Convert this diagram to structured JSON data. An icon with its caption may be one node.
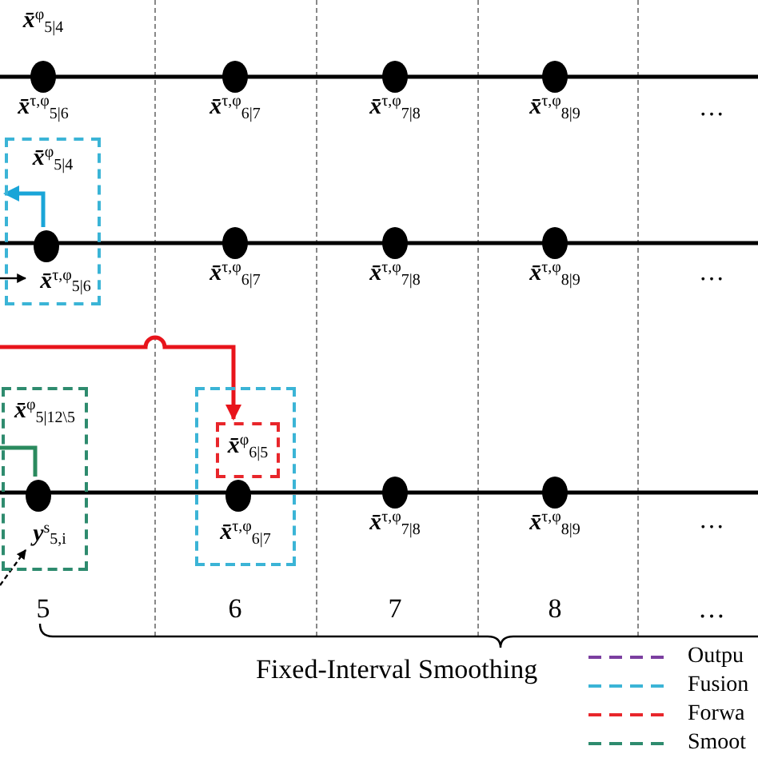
{
  "diagram": {
    "nodes": [
      {
        "text": [],
        "shape": "circle",
        "beside": [
          "**x̄**$^{φ}$$_{5|4}$",
          "**x̄**$^{τ,φ}$$_{5|6}$"
        ]
      },
      {
        "text": [],
        "shape": "circle",
        "beside": [
          "**x̄**$^{τ,φ}$$_{6|7}$"
        ]
      },
      {
        "text": [],
        "shape": "circle",
        "beside": [
          "**x̄**$^{τ,φ}$$_{7|8}$"
        ]
      },
      {
        "text": [],
        "shape": "circle",
        "beside": [
          "**x̄**$^{τ,φ}$$_{8|9}$"
        ]
      },
      {
        "text": [
          "**x̄**$^{φ}$$_{5|4}$"
        ]
      },
      {
        "text": [],
        "shape": "circle",
        "in": 4
      },
      {
        "text": [
          "**x̄**$^{τ,φ}$$_{5|6}$"
        ],
        "in": 4
      },
      {
        "text": [],
        "shape": "circle",
        "beside": [
          "**x̄**$^{τ,φ}$$_{6|7}$"
        ]
      },
      {
        "text": [],
        "shape": "circle",
        "beside": [
          "**x̄**$^{τ,φ}$$_{7|8}$"
        ]
      },
      {
        "text": [],
        "shape": "circle",
        "beside": [
          "**x̄**$^{τ,φ}$$_{8|9}$"
        ]
      },
      {
        "text": [
          "**x̄**$^{φ}$$_{5|12\\5}$"
        ]
      },
      {
        "text": [],
        "shape": "circle",
        "in": 10
      },
      {
        "text": [
          "**y**$^{s}$$_{5,i}$"
        ],
        "in": 10
      },
      {
        "text": [
          "**x̄**$^{τ,φ}$$_{6|7}$"
        ]
      },
      {
        "text": [
          "**x̄**$^{φ}$$_{6|5}$"
        ],
        "in": 13
      },
      {
        "text": [],
        "shape": "circle",
        "in": 13
      },
      {
        "text": [],
        "shape": "circle",
        "beside": [
          "**x̄**$^{τ,φ}$$_{7|8}$"
        ]
      },
      {
        "text": [],
        "shape": "circle",
        "beside": [
          "**x̄**$^{τ,φ}$$_{8|9}$"
        ]
      }
    ],
    "edges": [
      {
        "from": 5,
        "to": null,
        "arrow": "to",
        "color": "#1aa5d8"
      },
      {
        "from": null,
        "to": 6,
        "arrow": "to"
      },
      {
        "from": null,
        "to": 14,
        "arrow": "to",
        "color": "#e8141b"
      },
      {
        "from": null,
        "to": 11,
        "arrow": "none",
        "color": "#2a8a5e"
      },
      {
        "from": null,
        "to": 12,
        "arrow": "to",
        "style": "dashed"
      }
    ],
    "labels": [
      "…",
      "…",
      "…",
      "5",
      "6",
      "7",
      "8",
      "…",
      "Fixed-Interval Smoothing"
    ],
    "legend": [
      {
        "text": "Outpu",
        "color": "#7b3fa0"
      },
      {
        "text": "Fusion",
        "color": "#3bb4d6"
      },
      {
        "text": "Forwa",
        "color": "#e8262b"
      },
      {
        "text": "Smoot",
        "color": "#2e8b6e"
      }
    ]
  }
}
